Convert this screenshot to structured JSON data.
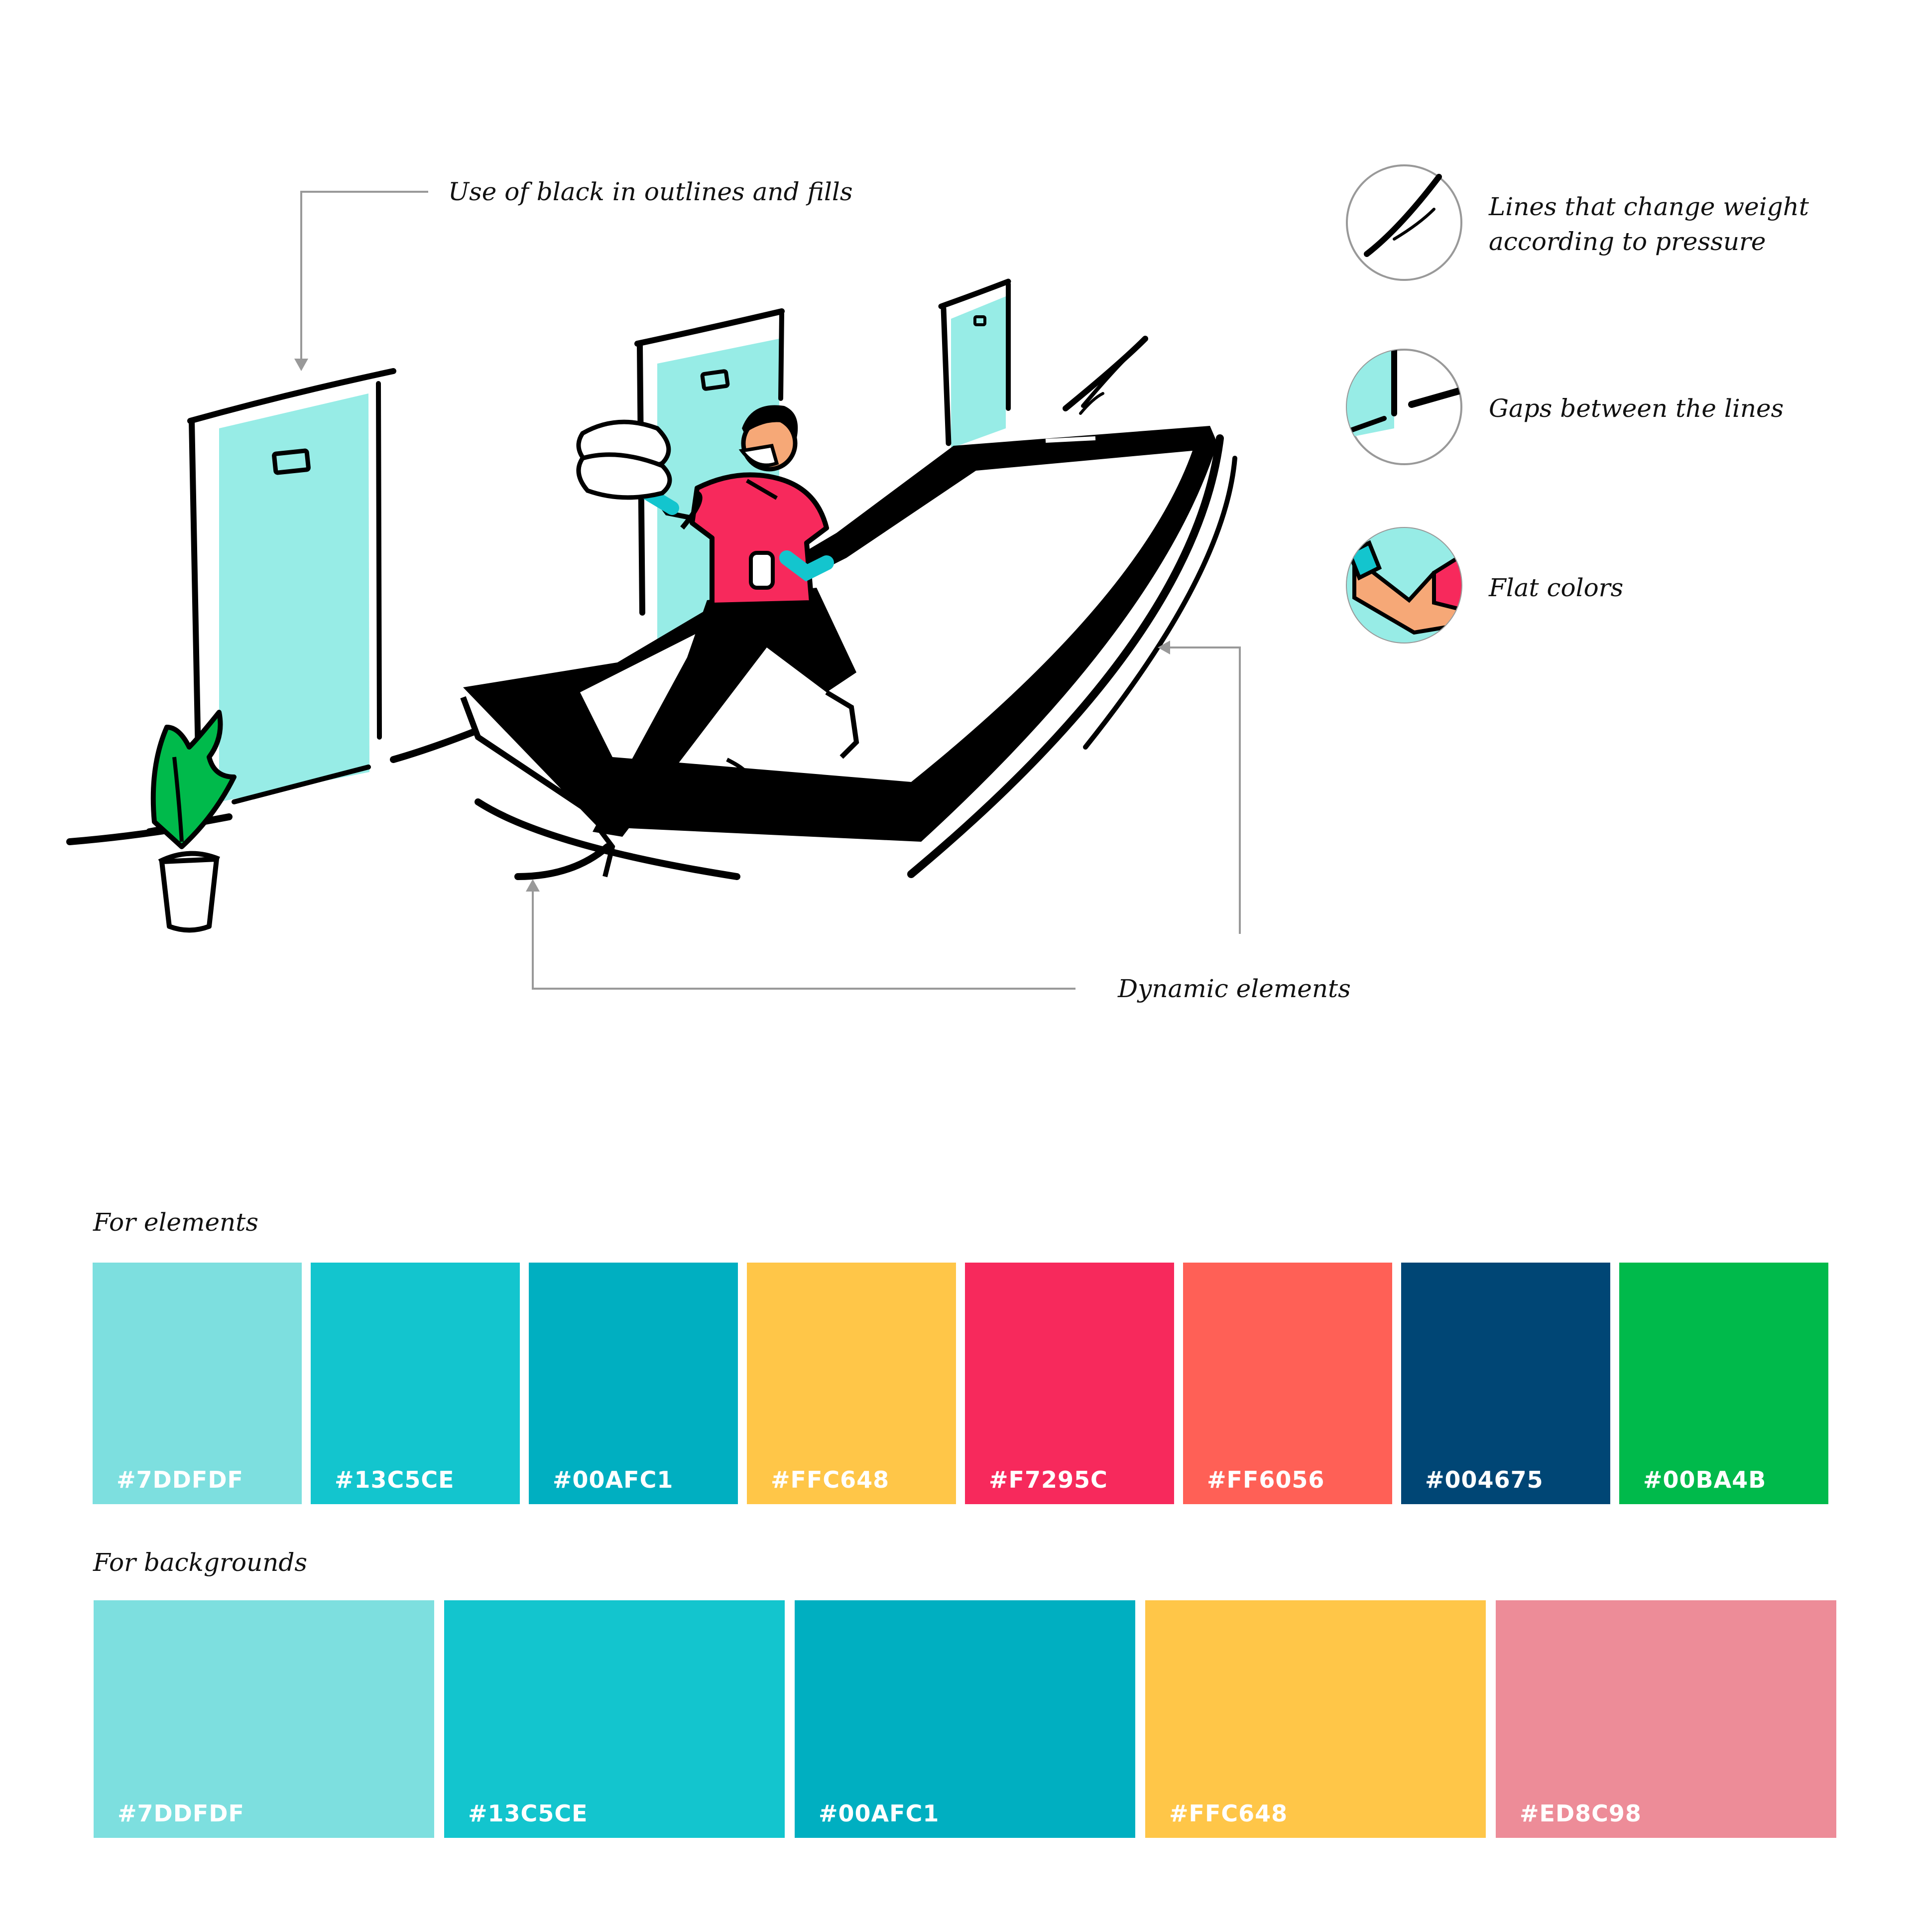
{
  "annotations": {
    "black_outlines": "Use of black in outlines and fills",
    "pressure_lines": "Lines that change weight\naccording to pressure",
    "gaps": "Gaps between the lines",
    "flat_colors": "Flat colors",
    "dynamic": "Dynamic elements"
  },
  "palette_elements": {
    "title": "For elements",
    "swatches": [
      {
        "hex": "#7DDFDF"
      },
      {
        "hex": "#13C5CE"
      },
      {
        "hex": "#00AFC1"
      },
      {
        "hex": "#FFC648"
      },
      {
        "hex": "#F7295C"
      },
      {
        "hex": "#FF6056"
      },
      {
        "hex": "#004675"
      },
      {
        "hex": "#00BA4B"
      }
    ]
  },
  "palette_backgrounds": {
    "title": "For backgrounds",
    "swatches": [
      {
        "hex": "#7DDFDF"
      },
      {
        "hex": "#13C5CE"
      },
      {
        "hex": "#00AFC1"
      },
      {
        "hex": "#FFC648"
      },
      {
        "hex": "#ED8C98"
      }
    ]
  },
  "illustration_colors": {
    "door": "#97ECE6",
    "shirt": "#F7295C",
    "plant": "#00BA4B",
    "glove": "#13C5CE",
    "skin": "#F6A877",
    "outline": "#000000"
  }
}
